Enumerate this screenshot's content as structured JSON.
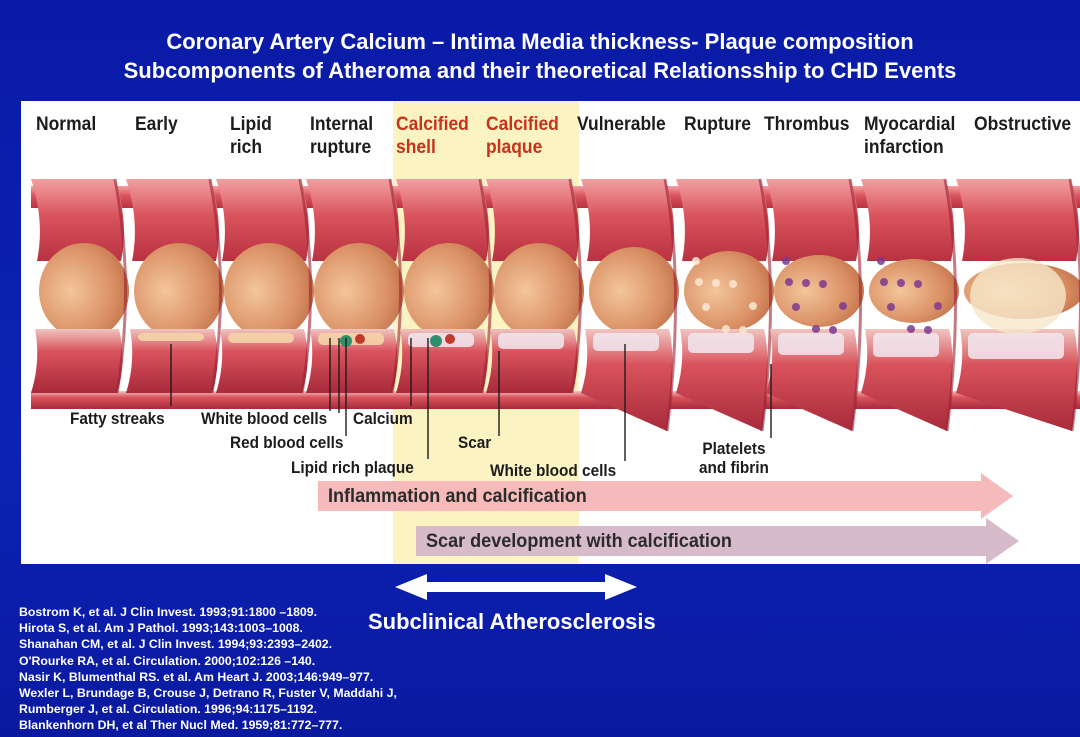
{
  "title": {
    "line1": "Coronary Artery Calcium –  Intima Media thickness- Plaque composition",
    "line2": "Subcomponents of Atheroma and their theoretical Relationsship to CHD Events"
  },
  "stages": [
    {
      "id": "normal",
      "label": "Normal"
    },
    {
      "id": "early",
      "label": "Early"
    },
    {
      "id": "lipid-rich",
      "label": "Lipid\nrich"
    },
    {
      "id": "internal-rupture",
      "label": "Internal\nrupture"
    },
    {
      "id": "calcified-shell",
      "label": "Calcified\nshell"
    },
    {
      "id": "calcified-plaque",
      "label": "Calcified\nplaque"
    },
    {
      "id": "vulnerable",
      "label": "Vulnerable"
    },
    {
      "id": "rupture",
      "label": "Rupture"
    },
    {
      "id": "thrombus",
      "label": "Thrombus"
    },
    {
      "id": "myocardial-infarction",
      "label": "Myocardial\ninfarction"
    },
    {
      "id": "obstructive",
      "label": "Obstructive"
    }
  ],
  "annotations": {
    "fatty_streaks": "Fatty streaks",
    "white_blood_cells_1": "White blood cells",
    "calcium": "Calcium",
    "red_blood_cells": "Red blood cells",
    "lipid_rich_plaque": "Lipid rich plaque",
    "scar": "Scar",
    "white_blood_cells_2": "White blood cells",
    "platelets_and_fibrin": "Platelets\nand fibrin"
  },
  "arrows": {
    "inflammation": "Inflammation and calcification",
    "scar_development": "Scar development with calcification"
  },
  "subclinical": "Subclinical Atherosclerosis",
  "references": [
    "Bostrom K, et al. J Clin Invest. 1993;91:1800 –1809.",
    "Hirota S, et al. Am J Pathol. 1993;143:1003–1008.",
    "Shanahan CM, et al. J Clin Invest. 1994;93:2393–2402.",
    "O'Rourke RA, et al. Circulation. 2000;102:126 –140.",
    "Nasir K, Blumenthal RS. et al. Am Heart J. 2003;146:949–977.",
    "Wexler L, Brundage B, Crouse J, Detrano R, Fuster V, Maddahi J,",
    "Rumberger J, et al. Circulation. 1996;94:1175–1192.",
    "Blankenhorn DH, et al Ther Nucl Med. 1959;81:772–777."
  ],
  "colors": {
    "background": "#0b1ea8",
    "calcified_label": "#c8321a",
    "highlight": "#fbf3c2",
    "artery_wall": "#d9535c",
    "lumen": "#e3a57a",
    "arrow_inflammation": "#f4b6b8",
    "arrow_scar": "#d6b7c8"
  }
}
